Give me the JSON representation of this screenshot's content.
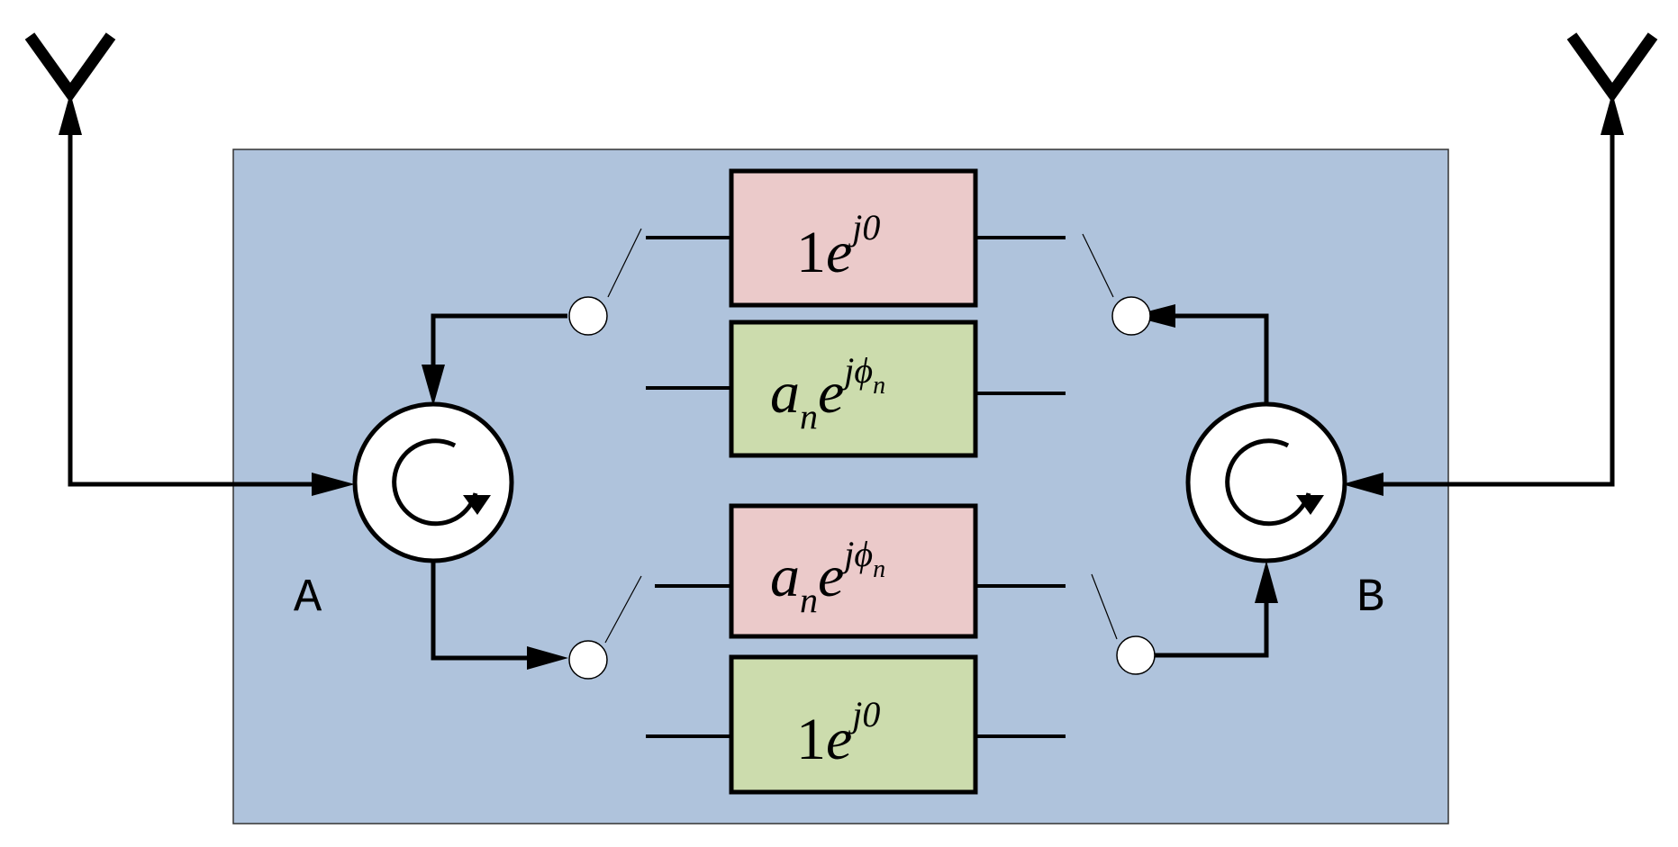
{
  "port_labels": {
    "a": "A",
    "b": "B"
  },
  "blocks": [
    {
      "id": "top-upper",
      "variant": "pink",
      "coef": "1",
      "exp_base": "e",
      "exp_sup": "j0",
      "phase_sub": ""
    },
    {
      "id": "top-lower",
      "variant": "green",
      "coef": "a",
      "coef_sub": "n",
      "exp_base": "e",
      "exp_sup": "jϕ",
      "phase_sub": "n"
    },
    {
      "id": "bottom-upper",
      "variant": "pink",
      "coef": "a",
      "coef_sub": "n",
      "exp_base": "e",
      "exp_sup": "jϕ",
      "phase_sub": "n"
    },
    {
      "id": "bottom-lower",
      "variant": "green",
      "coef": "1",
      "exp_base": "e",
      "exp_sup": "j0",
      "phase_sub": ""
    }
  ],
  "colors": {
    "panel": "#AFC3DC",
    "pink_block": "#EBCACA",
    "green_block": "#CCDCAD",
    "wire": "#000000"
  },
  "icons": [
    "antenna-left-icon",
    "antenna-right-icon",
    "circulator-a-icon",
    "circulator-b-icon"
  ]
}
